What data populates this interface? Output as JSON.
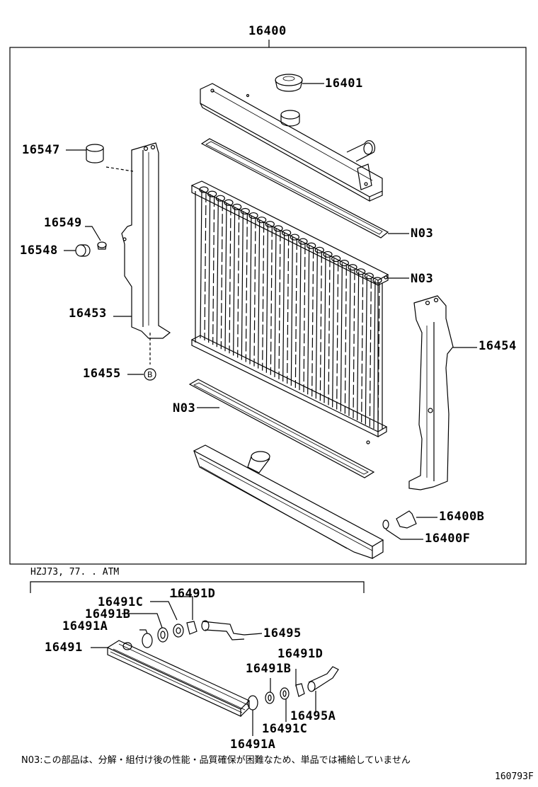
{
  "diagram": {
    "assembly_number": "16400",
    "variant_caption": "HZJ73, 77. . ATM",
    "note": "N03:この部品は、分解・組付け後の性能・品質確保が困難なため、単品では補給していません",
    "figure_code": "160793F",
    "ref_marker": "B",
    "parts": {
      "cap": "16401",
      "bumper": "16547",
      "support_bolt": "16549",
      "support_cushion": "16548",
      "left_support": "16453",
      "left_support_bolt": "16455",
      "right_support": "16454",
      "gasket_upper": "N03",
      "gasket_tank": "N03",
      "gasket_lower": "N03",
      "drain_cock": "16400B",
      "drain_oring": "16400F",
      "cooler_washer_c_upper": "16491C",
      "cooler_nut_d_upper": "16491D",
      "cooler_washer_b_upper": "16491B",
      "cooler_ring_a_upper": "16491A",
      "cooler": "16491",
      "cooler_hose_upper": "16495",
      "cooler_nut_d_lower": "16491D",
      "cooler_washer_b_lower": "16491B",
      "cooler_hose_lower": "16495A",
      "cooler_washer_c_lower": "16491C",
      "cooler_ring_a_lower": "16491A"
    }
  }
}
